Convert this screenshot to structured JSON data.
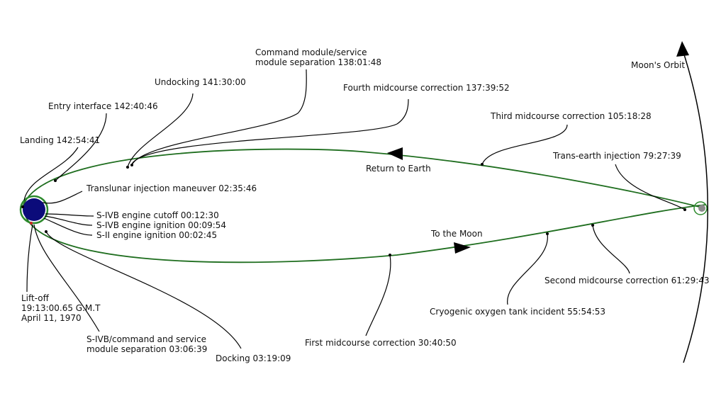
{
  "colors": {
    "trajectory": "#1f6e1f",
    "earth": "#0b0b7a",
    "earth_ring": "#2c8a2c",
    "moon": "#8a8a8a",
    "leader": "#000000",
    "liftoff_marker": "#cc2222"
  },
  "labels": {
    "moons_orbit": "Moon's Orbit",
    "return_to_earth": "Return to Earth",
    "to_the_moon": "To the Moon",
    "cm_sm_separation_1": "Command module/service",
    "cm_sm_separation_2": "module separation 138:01:48",
    "undocking": "Undocking 141:30:00",
    "fourth_midcourse": "Fourth midcourse correction 137:39:52",
    "entry_interface": "Entry interface 142:40:46",
    "third_midcourse": "Third midcourse correction 105:18:28",
    "landing": "Landing 142:54:41",
    "trans_earth_injection": "Trans-earth injection 79:27:39",
    "translunar_injection": "Translunar injection maneuver 02:35:46",
    "sivb_cutoff": "S-IVB engine cutoff 00:12:30",
    "sivb_ignition": "S-IVB engine ignition 00:09:54",
    "sii_ignition": "S-II engine ignition 00:02:45",
    "second_midcourse": "Second midcourse correction 61:29:43",
    "cryogenic_incident": "Cryogenic oxygen tank incident 55:54:53",
    "liftoff_1": "Lift-off",
    "liftoff_2": "19:13:00.65 G.M.T",
    "liftoff_3": "April 11, 1970",
    "sivb_csm_separation_1": "S-IVB/command and service",
    "sivb_csm_separation_2": "module separation 03:06:39",
    "first_midcourse": "First midcourse correction 30:40:50",
    "docking": "Docking 03:19:09"
  }
}
